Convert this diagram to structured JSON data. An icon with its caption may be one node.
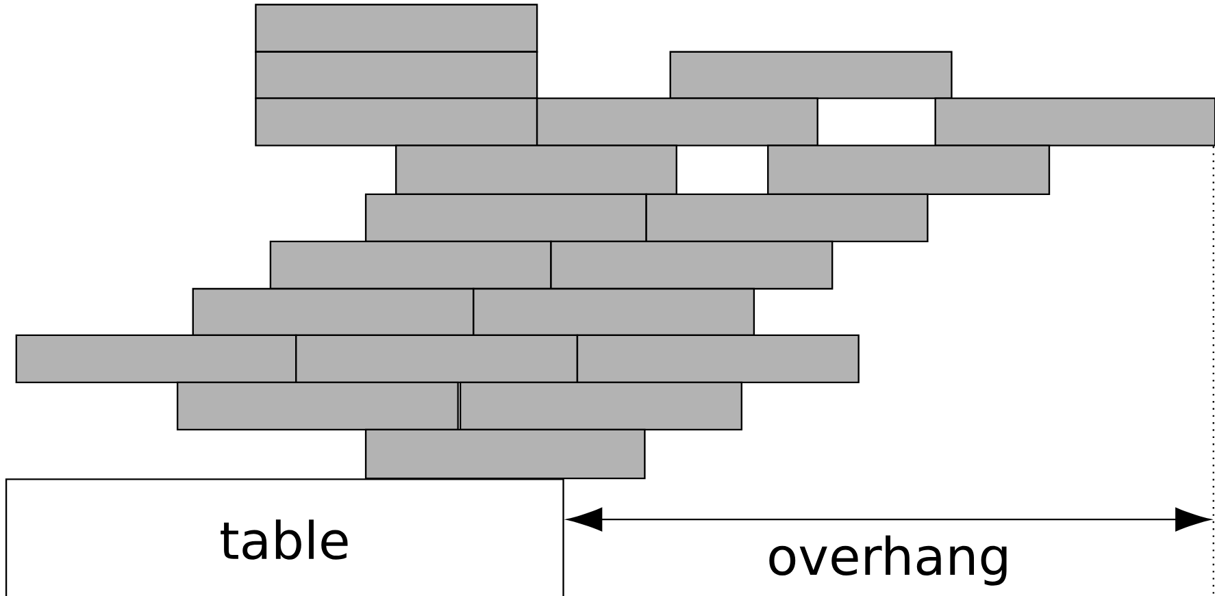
{
  "diagram": {
    "nodes": [
      {
        "text": [],
        "shape": "box"
      },
      {
        "text": [],
        "shape": "box"
      },
      {
        "text": [],
        "shape": "box"
      },
      {
        "text": [],
        "shape": "box"
      },
      {
        "text": [],
        "shape": "box"
      },
      {
        "text": [],
        "shape": "box"
      },
      {
        "text": [],
        "shape": "box"
      },
      {
        "text": [],
        "shape": "box"
      },
      {
        "text": [],
        "shape": "box"
      },
      {
        "text": [],
        "shape": "box"
      },
      {
        "text": [],
        "shape": "box"
      },
      {
        "text": [],
        "shape": "box"
      },
      {
        "text": [],
        "shape": "box"
      },
      {
        "text": [],
        "shape": "box"
      },
      {
        "text": [],
        "shape": "box"
      },
      {
        "text": [],
        "shape": "box"
      },
      {
        "text": [],
        "shape": "box"
      },
      {
        "text": [],
        "shape": "box"
      },
      {
        "text": [],
        "shape": "box"
      },
      {
        "text": [],
        "shape": "box"
      },
      {
        "text": [
          "table"
        ]
      }
    ],
    "labels": [
      "overhang"
    ]
  }
}
